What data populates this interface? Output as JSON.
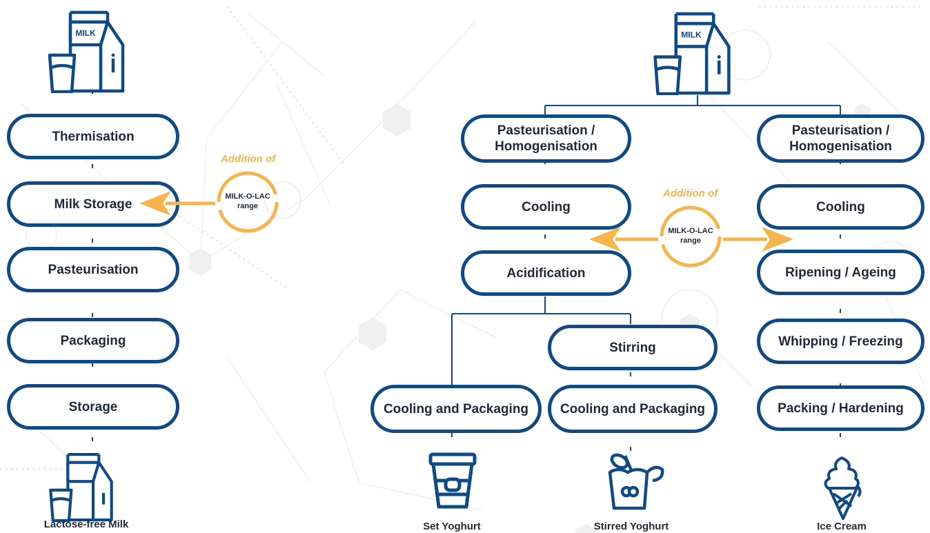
{
  "colors": {
    "node_border": "#0f4a86",
    "connector": "#0f4a86",
    "accent": "#f5b54a",
    "text": "#1f2a36",
    "background_network": "#e9e9e9"
  },
  "left_flow": {
    "icon": "milk-carton-glass-icon",
    "carton_label": "MILK",
    "steps": [
      "Thermisation",
      "Milk Storage",
      "Pasteurisation",
      "Packaging",
      "Storage"
    ],
    "addition": {
      "title": "Addition of",
      "line1": "MILK-O-LAC",
      "line2": "range"
    },
    "output": {
      "icon": "milk-carton-glass-icon",
      "label": "Lactose-free Milk"
    }
  },
  "right_flow": {
    "icon": "milk-carton-glass-icon",
    "carton_label": "MILK",
    "yoghurt_branch": {
      "steps": [
        "Pasteurisation / Homogenisation",
        "Cooling",
        "Acidification"
      ],
      "set_yoghurt": {
        "steps": [
          "Cooling and Packaging"
        ],
        "output": {
          "icon": "yoghurt-cup-icon",
          "label": "Set Yoghurt"
        }
      },
      "stirred_yoghurt": {
        "steps": [
          "Stirring",
          "Cooling and Packaging"
        ],
        "output": {
          "icon": "stirred-yoghurt-icon",
          "label": "Stirred Yoghurt"
        }
      }
    },
    "ice_cream_branch": {
      "steps": [
        "Pasteurisation / Homogenisation",
        "Cooling",
        "Ripening / Ageing",
        "Whipping / Freezing",
        "Packing / Hardening"
      ],
      "output": {
        "icon": "ice-cream-cone-icon",
        "label": "Ice Cream"
      }
    },
    "addition": {
      "title": "Addition of",
      "line1": "MILK-O-LAC",
      "line2": "range"
    }
  }
}
